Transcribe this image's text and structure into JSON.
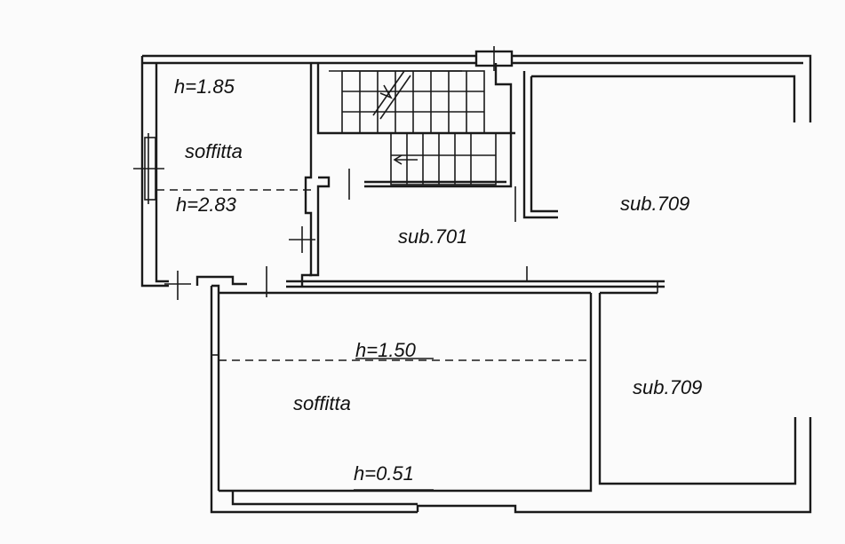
{
  "labels": {
    "h_185": "h=1.85",
    "soffitta_upper": "soffitta",
    "h_283": "h=2.83",
    "sub_701": "sub.701",
    "sub_709_upper": "sub.709",
    "h_150": "h=1.50",
    "soffitta_lower": "soffitta",
    "sub_709_lower": "sub.709",
    "h_051": "h=0.51"
  }
}
